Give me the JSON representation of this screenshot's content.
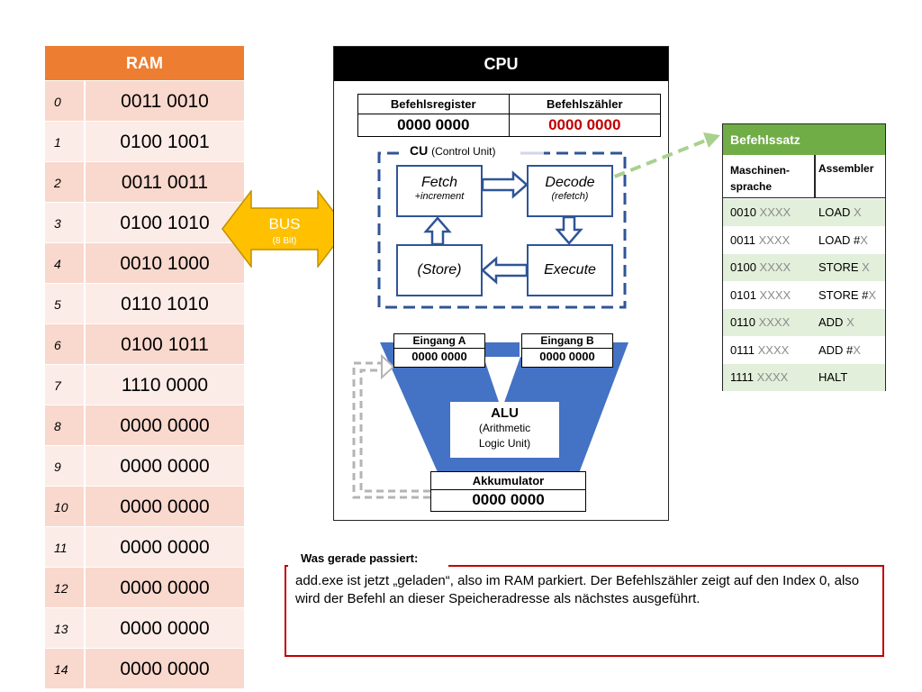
{
  "ram": {
    "title": "RAM",
    "rows": [
      {
        "index": "0",
        "value": "0011 0010"
      },
      {
        "index": "1",
        "value": "0100 1001"
      },
      {
        "index": "2",
        "value": "0011 0011"
      },
      {
        "index": "3",
        "value": "0100 1010"
      },
      {
        "index": "4",
        "value": "0010 1000"
      },
      {
        "index": "5",
        "value": "0110 1010"
      },
      {
        "index": "6",
        "value": "0100 1011"
      },
      {
        "index": "7",
        "value": "1110 0000"
      },
      {
        "index": "8",
        "value": "0000 0000"
      },
      {
        "index": "9",
        "value": "0000 0000"
      },
      {
        "index": "10",
        "value": "0000 0000"
      },
      {
        "index": "11",
        "value": "0000 0000"
      },
      {
        "index": "12",
        "value": "0000 0000"
      },
      {
        "index": "13",
        "value": "0000 0000"
      },
      {
        "index": "14",
        "value": "0000 0000"
      }
    ]
  },
  "bus": {
    "label": "BUS",
    "sub": "(8 Bit)"
  },
  "cpu": {
    "title": "CPU",
    "befehlsregister": {
      "label": "Befehlsregister",
      "value": "0000 0000"
    },
    "befehlszaehler": {
      "label": "Befehlszähler",
      "value": "0000 0000"
    },
    "cu": {
      "title": "CU",
      "subtitle": "(Control Unit)"
    },
    "phases": {
      "fetch": {
        "title": "Fetch",
        "sub": "+increment"
      },
      "decode": {
        "title": "Decode",
        "sub": "(refetch)"
      },
      "store": {
        "title": "(Store)"
      },
      "execute": {
        "title": "Execute"
      }
    },
    "eingang_a": {
      "label": "Eingang A",
      "value": "0000 0000"
    },
    "eingang_b": {
      "label": "Eingang B",
      "value": "0000 0000"
    },
    "alu": {
      "title": "ALU",
      "line1": "(Arithmetic",
      "line2": "Logic Unit)"
    },
    "akkumulator": {
      "label": "Akkumulator",
      "value": "0000 0000"
    }
  },
  "befehlssatz": {
    "title": "Befehlssatz",
    "col1": "Maschinen-sprache",
    "col2": "Assembler",
    "rows": [
      {
        "opcode": "0010",
        "operand": " XXXX",
        "mnemonic": "LOAD ",
        "arg": "X"
      },
      {
        "opcode": "0011",
        "operand": " XXXX",
        "mnemonic": "LOAD #",
        "arg": "X"
      },
      {
        "opcode": "0100",
        "operand": " XXXX",
        "mnemonic": "STORE ",
        "arg": "X"
      },
      {
        "opcode": "0101",
        "operand": " XXXX",
        "mnemonic": "STORE #",
        "arg": "X"
      },
      {
        "opcode": "0110",
        "operand": " XXXX",
        "mnemonic": "ADD ",
        "arg": "X"
      },
      {
        "opcode": "0111",
        "operand": " XXXX",
        "mnemonic": "ADD #",
        "arg": "X"
      },
      {
        "opcode": "1111",
        "operand": " XXXX",
        "mnemonic": "HALT",
        "arg": ""
      }
    ]
  },
  "note": {
    "title": "Was gerade passiert:",
    "text": "add.exe ist jetzt „geladen“, also im RAM parkiert. Der Befehlszähler zeigt auf den Index 0, also wird der Befehl an dieser Speicheradresse als nächstes ausgeführt."
  },
  "colors": {
    "ram_header": "#ed7d31",
    "cpu_header": "#000000",
    "cu_border": "#2f5597",
    "alu_fill": "#4472c4",
    "bus_fill": "#ffc000",
    "befehlssatz_header": "#70ad47",
    "counter_value": "#c00000",
    "note_border": "#c00000"
  }
}
